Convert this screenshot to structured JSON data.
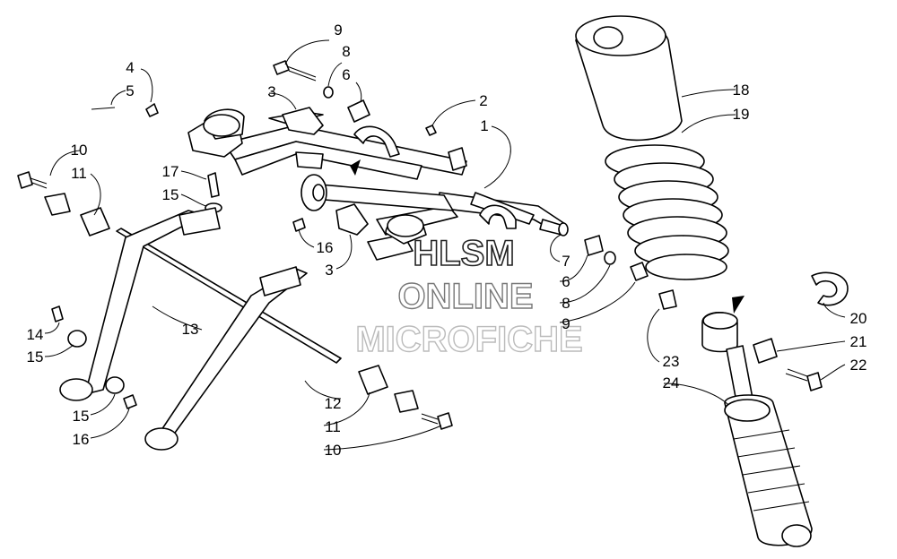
{
  "watermark": {
    "line1": "HLSM",
    "line2": "ONLINE",
    "line3": "MICROFICHE"
  },
  "callouts": [
    "1",
    "2",
    "3",
    "3",
    "4",
    "5",
    "6",
    "6",
    "7",
    "8",
    "8",
    "9",
    "9",
    "10",
    "10",
    "11",
    "11",
    "12",
    "13",
    "14",
    "15",
    "15",
    "15",
    "16",
    "16",
    "17",
    "18",
    "19",
    "20",
    "21",
    "22",
    "23",
    "24"
  ]
}
